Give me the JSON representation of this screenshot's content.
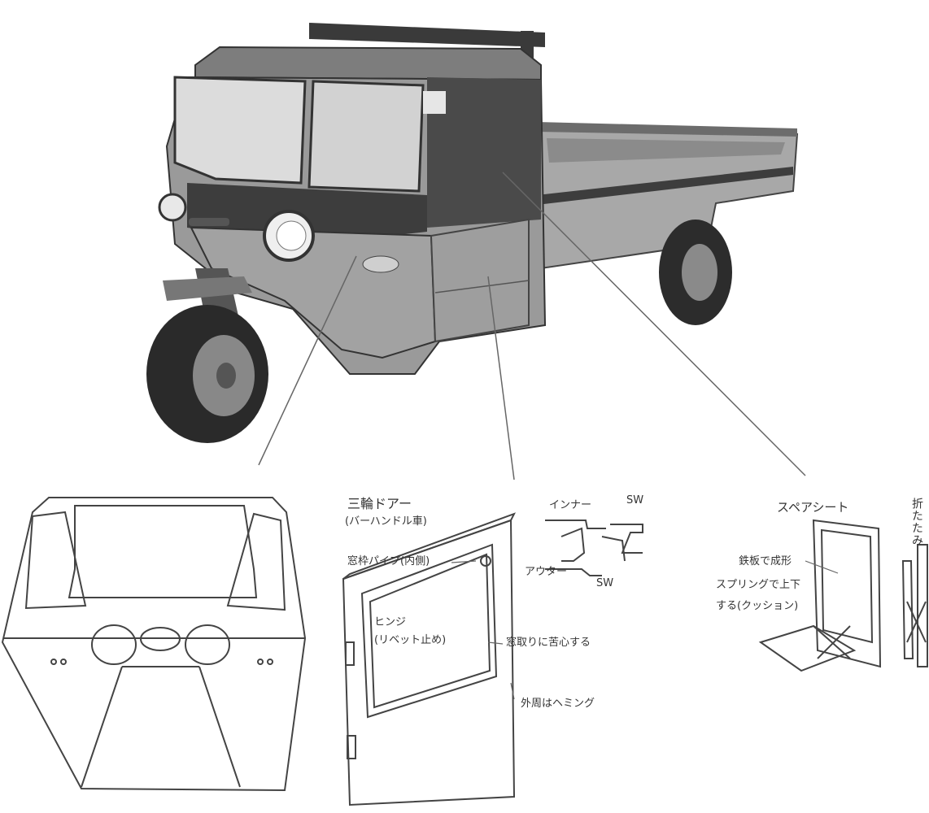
{
  "labels": {
    "door_title": "三輪ドアー",
    "door_subtitle": "(バーハンドル車)",
    "frame_pipe": "窓枠パイプ(内側)",
    "hinge": "ヒンジ",
    "hinge_note": "(リベット止め)",
    "window_note": "窓取りに苦心する",
    "hemming": "外周はヘミング",
    "inner": "インナー",
    "outer": "アウター",
    "sw1": "SW",
    "sw2": "SW",
    "spare_seat": "スペアシート",
    "folding": "折たたみ",
    "steel_formed": "鉄板で成形",
    "spring_line1": "スプリングで上下",
    "spring_line2": "する(クッション)"
  },
  "colors": {
    "body": "#9a9a9a",
    "dark": "#3a3a3a",
    "line": "#555555",
    "sketch": "#444444"
  }
}
